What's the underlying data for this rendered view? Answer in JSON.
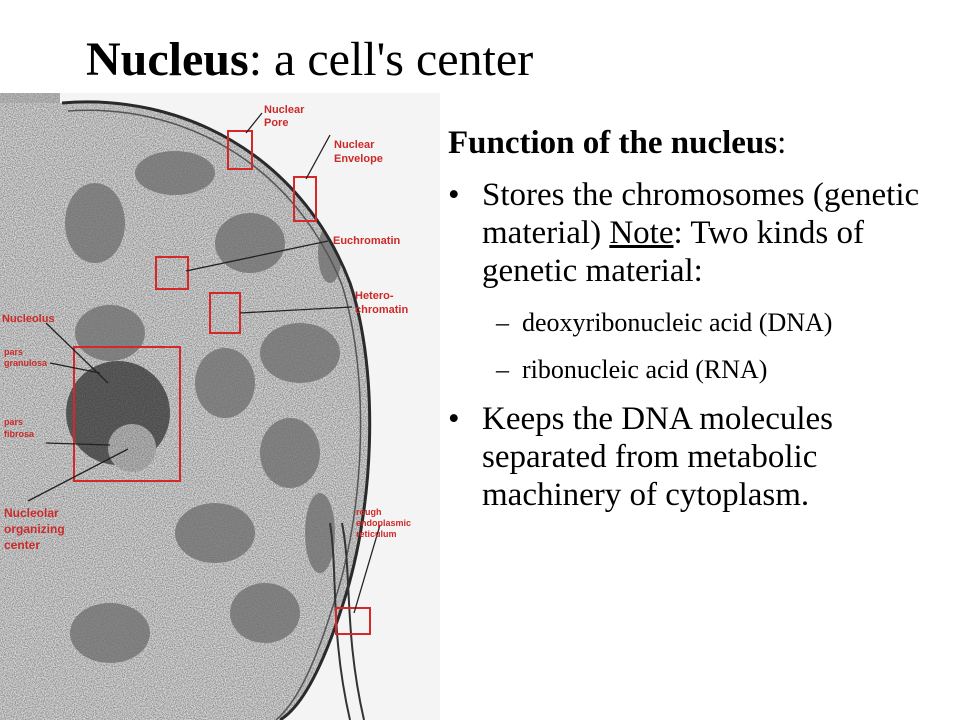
{
  "slide": {
    "title_bold": "Nucleus",
    "title_rest": ": a cell's center"
  },
  "figure": {
    "labels": {
      "nuclear_pore": [
        "Nuclear",
        "Pore"
      ],
      "nuclear_envelope": [
        "Nuclear",
        "Envelope"
      ],
      "euchromatin": [
        "Euchromatin"
      ],
      "heterochromatin": [
        "Hetero-",
        "chromatin"
      ],
      "nucleolus": [
        "Nucleolus"
      ],
      "pars_granulosa": [
        "pars",
        "granulosa"
      ],
      "pars_fibrosa": [
        "pars",
        "fibrosa"
      ],
      "nucleolar_organizing_center": [
        "Nucleolar",
        "organizing",
        "center"
      ],
      "rough_er": [
        "rough",
        "endoplasmic",
        "reticulum"
      ]
    },
    "colors": {
      "label": "#cc2a2a",
      "box": "#d62828"
    }
  },
  "content": {
    "heading_bold": "Function of the nucleus",
    "heading_rest": ":",
    "bullet_char": "•",
    "dash_char": "–",
    "bullet1_a": "Stores the chromosomes (genetic material) ",
    "bullet1_note": "Note",
    "bullet1_b": ": Two kinds of genetic material:",
    "sub1": "deoxyribonucleic acid (DNA)",
    "sub2": "ribonucleic acid (RNA)",
    "bullet2": "Keeps the DNA molecules separated from metabolic machinery of cytoplasm."
  }
}
